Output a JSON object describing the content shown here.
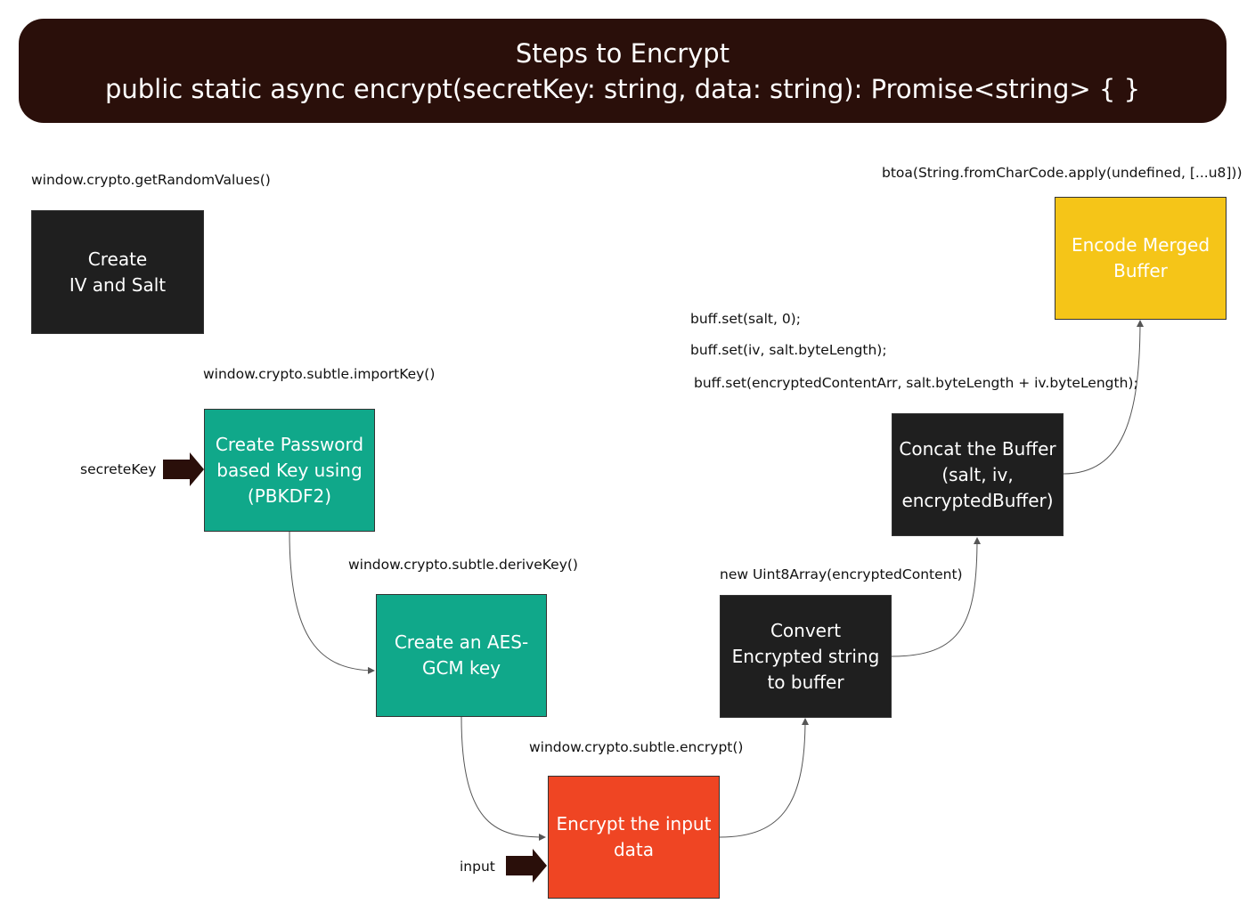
{
  "header": {
    "title": "Steps to Encrypt",
    "signature": "public static async encrypt(secretKey: string, data: string): Promise<string> { }"
  },
  "steps": {
    "create_iv_salt": {
      "label": "Create\nIV and Salt",
      "api": "window.crypto.getRandomValues()"
    },
    "password_key": {
      "label": "Create Password\nbased Key using\n(PBKDF2)",
      "api": "window.crypto.subtle.importKey()",
      "input": "secreteKey"
    },
    "aes_key": {
      "label": "Create an AES-\nGCM key",
      "api": "window.crypto.subtle.deriveKey()"
    },
    "encrypt": {
      "label": "Encrypt the input\ndata",
      "api": "window.crypto.subtle.encrypt()",
      "input": "input"
    },
    "convert": {
      "label": "Convert\nEncrypted string\nto buffer",
      "api": "new Uint8Array(encryptedContent)"
    },
    "concat": {
      "label": "Concat the Buffer\n(salt, iv,\nencryptedBuffer)",
      "api_lines": [
        "buff.set(salt, 0);",
        "buff.set(iv, salt.byteLength);",
        "buff.set(encryptedContentArr, salt.byteLength + iv.byteLength);"
      ]
    },
    "encode": {
      "label": "Encode Merged\nBuffer",
      "api": "btoa(String.fromCharCode.apply(undefined, [...u8]))"
    }
  },
  "colors": {
    "header_bg": "#2a0f0a",
    "dark_box": "#1f1f1f",
    "teal_box": "#10a88a",
    "red_box": "#ef4523",
    "yellow_box": "#f5c518",
    "input_arrow": "#2a0f0a",
    "connector": "#555555"
  }
}
